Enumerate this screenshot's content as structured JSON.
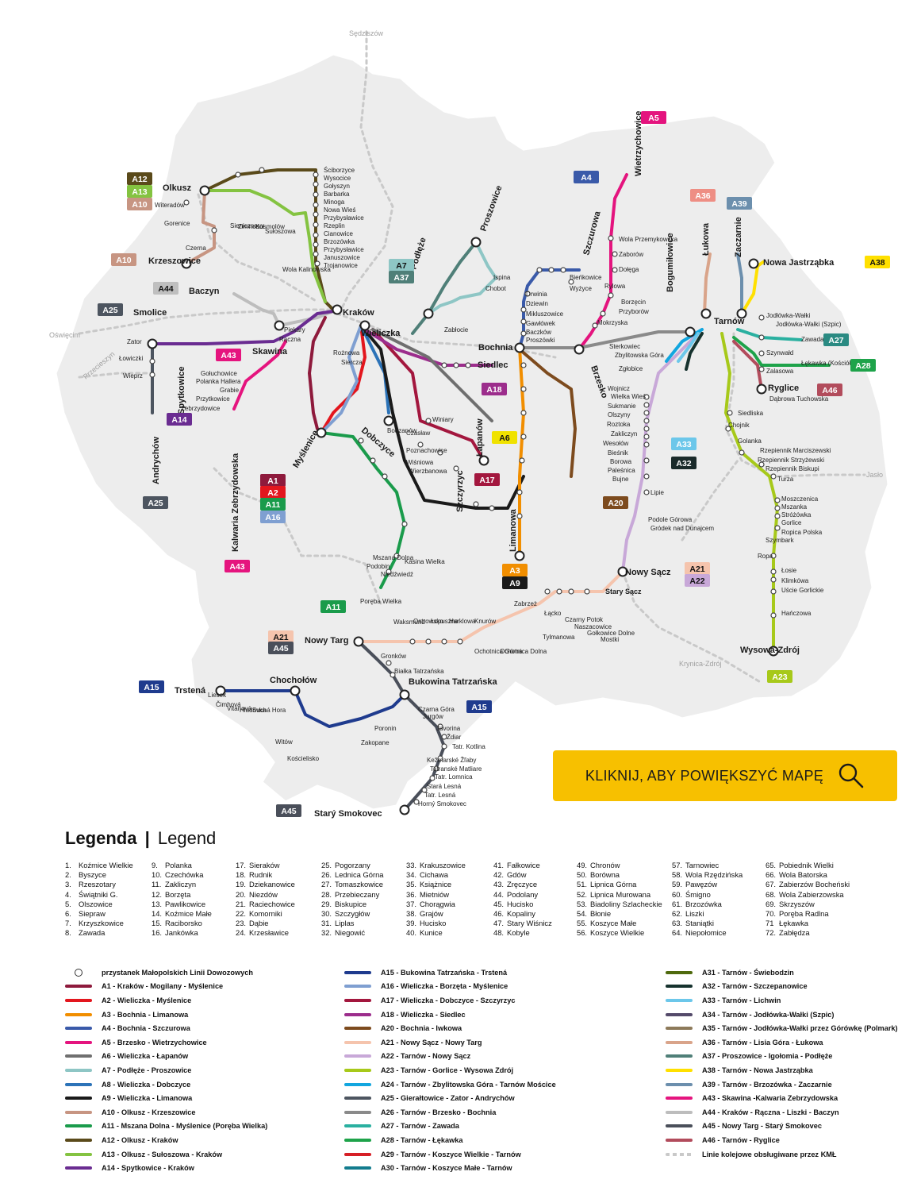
{
  "map": {
    "title_bold": "Legenda",
    "title_sep": "|",
    "title_light": "Legend",
    "zoom_button": "KLIKNIJ, ABY POWIĘKSZYĆ MAPĘ",
    "icons": {
      "zoom": "magnifier-icon",
      "stop": "stop-circle-icon"
    },
    "colors": {
      "land": "#ededed",
      "border": "#ffffff",
      "rail": "#c9c9c9",
      "button": "#f7c000"
    },
    "neighbor_labels": [
      "Sędziszów",
      "Oświęcim",
      "Przecieszyn",
      "Krynica-Zdrój",
      "Jasło"
    ],
    "cities": [
      "Olkusz",
      "Krzeszowice",
      "Baczyn",
      "Smolice",
      "Skawina",
      "Kraków",
      "Wieliczka",
      "Bochnia",
      "Siedlec",
      "Proszowice",
      "Podłęże",
      "Szczurowa",
      "Brzesko",
      "Wietrzychowice",
      "Bogumiłowice",
      "Tarnów",
      "Łukowa",
      "Zaczarnie",
      "Nowa Jastrząbka",
      "Ryglice",
      "Dobczyce",
      "Myślenice",
      "Kalwaria Zebrzydowska",
      "Andrychów",
      "Spytkowice",
      "Łapanów",
      "Szczyrzyc",
      "Limanowa",
      "Nowy Sącz",
      "Stary Sącz",
      "Nowy Targ",
      "Chochołów",
      "Trstená",
      "Bukowina Tatrzańska",
      "Starý Smokovec",
      "Wysowa-Zdrój"
    ],
    "stations": [
      "Ściborzyce",
      "Wysocice",
      "Gołyszyn",
      "Barbarka",
      "Minoga",
      "Nowa Wieś",
      "Przybysławice",
      "Rzeplin",
      "Cianowice",
      "Brzozówka",
      "Przybysławice",
      "Januszowice",
      "Trojanowice",
      "Wola Przemykowska",
      "Zaborów",
      "Dołęga",
      "Rylowa",
      "Borzęcin",
      "Przyborów",
      "Mokrzyska",
      "Jodłówka-Wałki",
      "Jodłówka-Wałki (Szpic)",
      "Zawada",
      "Szynwałd",
      "Łękawka (Kościół)",
      "Zalasowa",
      "Dąbrowa Tuchowska",
      "Siedliska",
      "Chojnik",
      "Golanka",
      "Rzepiennik Marciszewski",
      "Rzepiennik Strzyżewski",
      "Rzepiennik Biskupi",
      "Turza",
      "Moszczenica",
      "Mszanka",
      "Stróżówka",
      "Gorlice",
      "Ropica Polska",
      "Szymbark",
      "Ropa",
      "Łosie",
      "Klimkówa",
      "Uście Gorlickie",
      "Hańczowa",
      "Gronków",
      "Białka Tatrzańska",
      "Czarna Góra",
      "Jurgów",
      "Javorina",
      "Ždiar",
      "Tatr. Kotlina",
      "Kežmarské Žľaby",
      "Tatranské Matliare",
      "Tatr. Lomnica",
      "Stará Lesná",
      "Tatr. Lesná",
      "Horný Smokovec",
      "Zator",
      "Łowiczki",
      "Wieprz",
      "Gołuchowice",
      "Polanka Hallera",
      "Grabie",
      "Przytkowice",
      "Zebrzydowice",
      "Piekary",
      "Rączna",
      "Wiśniowa",
      "Wierzbanowa",
      "Poznachowice",
      "Czasław",
      "Winiary",
      "Drwinia",
      "Dziewin",
      "Mikluszowice",
      "Gawłówek",
      "Baczków",
      "Proszówki",
      "Bieńkowice",
      "Wyżyce",
      "Ispina",
      "Chobot",
      "Sterkowiec",
      "Zbylitowska Góra",
      "Zgłobice",
      "Podole Górowa",
      "Gródek nad Dunajcem",
      "Lipie",
      "Wojnicz",
      "Wielka Wieś",
      "Sukmanie",
      "Olszyny",
      "Roztoka",
      "Zakliczyn",
      "Wesołów",
      "Bieśnik",
      "Borowa",
      "Paleśnica",
      "Bujne",
      "Wola Kalinowska",
      "Sieniczno",
      "Zimnodół",
      "Kosmolów",
      "Sułoszowa",
      "Witeradów",
      "Gorenice",
      "Czerna",
      "Zabłocie",
      "Rożnowa",
      "Sierczа",
      "Bodzanów",
      "Zabrzeż",
      "Łącko",
      "Czarny Potok",
      "Naszacowice",
      "Gołkowice Dolne",
      "Mostki",
      "Tylmanowa",
      "Ochotnica Dolna",
      "Ochotnica Górna",
      "Waksmund",
      "Ostrowsko",
      "Łopuszna",
      "Harklowa",
      "Knurów",
      "Kasina Wielka",
      "Mszana Dolna",
      "Podobin",
      "Niedźwiedź",
      "Poręba Wielka",
      "Witów",
      "Kościelisko",
      "Zakopane",
      "Poronin",
      "Liesek",
      "Čimhová",
      "Vitanová",
      "Hladovka",
      "Suchá Hora"
    ]
  },
  "line_badges": [
    {
      "code": "A12",
      "color": "#5a4a1a"
    },
    {
      "code": "A13",
      "color": "#84c341"
    },
    {
      "code": "A10",
      "color": "#c79582"
    },
    {
      "code": "A10",
      "color": "#c79582"
    },
    {
      "code": "A44",
      "color": "#bfbfbf"
    },
    {
      "code": "A25",
      "color": "#4d5560"
    },
    {
      "code": "A43",
      "color": "#e5147e"
    },
    {
      "code": "A14",
      "color": "#6a2c91"
    },
    {
      "code": "A25",
      "color": "#4d5560"
    },
    {
      "code": "A43",
      "color": "#e5147e"
    },
    {
      "code": "A1",
      "color": "#8e1a3c"
    },
    {
      "code": "A2",
      "color": "#e3161e"
    },
    {
      "code": "A11",
      "color": "#1a9b4b"
    },
    {
      "code": "A16",
      "color": "#7f9fd1"
    },
    {
      "code": "A7",
      "color": "#8ec6c5"
    },
    {
      "code": "A37",
      "color": "#4f7f78"
    },
    {
      "code": "A4",
      "color": "#3a5aa9"
    },
    {
      "code": "A5",
      "color": "#e4147e"
    },
    {
      "code": "A36",
      "color": "#ee8e84"
    },
    {
      "code": "A39",
      "color": "#6c8fad"
    },
    {
      "code": "A38",
      "color": "#ffe000"
    },
    {
      "code": "A18",
      "color": "#9c2d8c"
    },
    {
      "code": "A6",
      "color": "#f0e200"
    },
    {
      "code": "A17",
      "color": "#a3173e"
    },
    {
      "code": "A3",
      "color": "#f18e00"
    },
    {
      "code": "A9",
      "color": "#1a1a1a"
    },
    {
      "code": "A20",
      "color": "#7d4b1e"
    },
    {
      "code": "A33",
      "color": "#6cc7ea"
    },
    {
      "code": "A32",
      "color": "#1a2a2a"
    },
    {
      "code": "A27",
      "color": "#2a8a82"
    },
    {
      "code": "A28",
      "color": "#1ea34a"
    },
    {
      "code": "A46",
      "color": "#b24c5c"
    },
    {
      "code": "A21",
      "color": "#f5c4ad"
    },
    {
      "code": "A22",
      "color": "#c8a8d8"
    },
    {
      "code": "A23",
      "color": "#a7c91a"
    },
    {
      "code": "A11",
      "color": "#1a9b4b"
    },
    {
      "code": "A21",
      "color": "#f5c4ad"
    },
    {
      "code": "A45",
      "color": "#4a4f5a"
    },
    {
      "code": "A15",
      "color": "#1f3b8e"
    },
    {
      "code": "A15",
      "color": "#1f3b8e"
    },
    {
      "code": "A45",
      "color": "#4a4f5a"
    }
  ],
  "legend": {
    "stops": [
      [
        "1.",
        "Koźmice Wielkie"
      ],
      [
        "2.",
        "Byszyce"
      ],
      [
        "3.",
        "Rzeszotary"
      ],
      [
        "4.",
        "Świątniki G."
      ],
      [
        "5.",
        "Olszowice"
      ],
      [
        "6.",
        "Siepraw"
      ],
      [
        "7.",
        "Krzyszkowice"
      ],
      [
        "8.",
        "Zawada"
      ],
      [
        "9.",
        "Polanka"
      ],
      [
        "10.",
        "Czechówka"
      ],
      [
        "11.",
        "Zakliczyn"
      ],
      [
        "12.",
        "Borzęta"
      ],
      [
        "13.",
        "Pawlikowice"
      ],
      [
        "14.",
        "Koźmice Małe"
      ],
      [
        "15.",
        "Raciborsko"
      ],
      [
        "16.",
        "Jankówka"
      ],
      [
        "17.",
        "Sieraków"
      ],
      [
        "18.",
        "Rudnik"
      ],
      [
        "19.",
        "Dziekanowice"
      ],
      [
        "20.",
        "Niezdów"
      ],
      [
        "21.",
        "Raciechowice"
      ],
      [
        "22.",
        "Komorniki"
      ],
      [
        "23.",
        "Dąbie"
      ],
      [
        "24.",
        "Krzesławice"
      ],
      [
        "25.",
        "Pogorzany"
      ],
      [
        "26.",
        "Lednica Górna"
      ],
      [
        "27.",
        "Tomaszkowice"
      ],
      [
        "28.",
        "Przebieczany"
      ],
      [
        "29.",
        "Biskupice"
      ],
      [
        "30.",
        "Szczygłów"
      ],
      [
        "31.",
        "Liplas"
      ],
      [
        "32.",
        "Niegowić"
      ],
      [
        "33.",
        "Krakuszowice"
      ],
      [
        "34.",
        "Cichawa"
      ],
      [
        "35.",
        "Książnice"
      ],
      [
        "36.",
        "Mietniów"
      ],
      [
        "37.",
        "Chorągwia"
      ],
      [
        "38.",
        "Grajów"
      ],
      [
        "39.",
        "Hucisko"
      ],
      [
        "40.",
        "Kunice"
      ],
      [
        "41.",
        "Fałkowice"
      ],
      [
        "42.",
        "Gdów"
      ],
      [
        "43.",
        "Zręczyce"
      ],
      [
        "44.",
        "Podolany"
      ],
      [
        "45.",
        "Hucisko"
      ],
      [
        "46.",
        "Kopaliny"
      ],
      [
        "47.",
        "Stary Wiśnicz"
      ],
      [
        "48.",
        "Kobyle"
      ],
      [
        "49.",
        "Chronów"
      ],
      [
        "50.",
        "Borówna"
      ],
      [
        "51.",
        "Lipnica Górna"
      ],
      [
        "52.",
        "Lipnica Murowana"
      ],
      [
        "53.",
        "Biadoliny Szlacheckie"
      ],
      [
        "54.",
        "Błonie"
      ],
      [
        "55.",
        "Koszyce Małe"
      ],
      [
        "56.",
        "Koszyce Wielkie"
      ],
      [
        "57.",
        "Tarnowiec"
      ],
      [
        "58.",
        "Wola Rzędzińska"
      ],
      [
        "59.",
        "Pawęzów"
      ],
      [
        "60.",
        "Śmigno"
      ],
      [
        "61.",
        "Brzozówka"
      ],
      [
        "62.",
        "Liszki"
      ],
      [
        "63.",
        "Staniątki"
      ],
      [
        "64.",
        "Niepołomice"
      ],
      [
        "65.",
        "Pobiednik Wielki"
      ],
      [
        "66.",
        "Wola Batorska"
      ],
      [
        "67.",
        "Zabierzów Bocheński"
      ],
      [
        "68.",
        "Wola Zabierzowska"
      ],
      [
        "69.",
        "Skrzyszów"
      ],
      [
        "70.",
        "Poręba Radlna"
      ],
      [
        "71",
        "Łękawka"
      ],
      [
        "72.",
        "Zabłędza"
      ]
    ],
    "lines": [
      {
        "code": "",
        "desc": "przystanek Małopolskich Linii Dowozowych",
        "color": "#333333",
        "style": "stop"
      },
      {
        "code": "A1",
        "desc": "Kraków - Mogilany - Myślenice",
        "color": "#8e1a3c"
      },
      {
        "code": "A2",
        "desc": "Wieliczka - Myślenice",
        "color": "#e3161e"
      },
      {
        "code": "A3",
        "desc": "Bochnia - Limanowa",
        "color": "#f18e00"
      },
      {
        "code": "A4",
        "desc": "Bochnia - Szczurowa",
        "color": "#3a5aa9"
      },
      {
        "code": "A5",
        "desc": "Brzesko - Wietrzychowice",
        "color": "#e4147e"
      },
      {
        "code": "A6",
        "desc": "Wieliczka - Łapanów",
        "color": "#6f6f6f"
      },
      {
        "code": "A7",
        "desc": "Podłęże - Proszowice",
        "color": "#8ec6c5"
      },
      {
        "code": "A8",
        "desc": "Wieliczka - Dobczyce",
        "color": "#2c73b8"
      },
      {
        "code": "A9",
        "desc": "Wieliczka - Limanowa",
        "color": "#1a1a1a"
      },
      {
        "code": "A10",
        "desc": "Olkusz - Krzeszowice",
        "color": "#c79582"
      },
      {
        "code": "A11",
        "desc": "Mszana Dolna - Myślenice (Poręba Wielka)",
        "color": "#1a9b4b"
      },
      {
        "code": "A12",
        "desc": "Olkusz - Kraków",
        "color": "#5a4a1a"
      },
      {
        "code": "A13",
        "desc": "Olkusz - Sułoszowa - Kraków",
        "color": "#84c341"
      },
      {
        "code": "A14",
        "desc": "Spytkowice - Kraków",
        "color": "#6a2c91"
      },
      {
        "code": "A15",
        "desc": "Bukowina Tatrzańska - Trstená",
        "color": "#1f3b8e"
      },
      {
        "code": "A16",
        "desc": "Wieliczka - Borzęta - Myślenice",
        "color": "#7f9fd1"
      },
      {
        "code": "A17",
        "desc": "Wieliczka - Dobczyce - Szczyrzyc",
        "color": "#a3173e"
      },
      {
        "code": "A18",
        "desc": "Wieliczka - Siedlec",
        "color": "#9c2d8c"
      },
      {
        "code": "A20",
        "desc": "Bochnia - Iwkowa",
        "color": "#7d4b1e"
      },
      {
        "code": "A21",
        "desc": "Nowy Sącz - Nowy Targ",
        "color": "#f5c4ad"
      },
      {
        "code": "A22",
        "desc": "Tarnów - Nowy Sącz",
        "color": "#c8a8d8"
      },
      {
        "code": "A23",
        "desc": "Tarnów - Gorlice - Wysowa Zdrój",
        "color": "#a7c91a"
      },
      {
        "code": "A24",
        "desc": "Tarnów - Zbylitowska Góra - Tarnów Mościce",
        "color": "#12a6df"
      },
      {
        "code": "A25",
        "desc": "Gierałtowice - Zator - Andrychów",
        "color": "#4d5560"
      },
      {
        "code": "A26",
        "desc": "Tarnów - Brzesko - Bochnia",
        "color": "#8a8a8a"
      },
      {
        "code": "A27",
        "desc": "Tarnów - Zawada",
        "color": "#2ab0a0"
      },
      {
        "code": "A28",
        "desc": "Tarnów - Łękawka",
        "color": "#1ea34a"
      },
      {
        "code": "A29",
        "desc": "Tarnów - Koszyce Wielkie - Tarnów",
        "color": "#d61f26"
      },
      {
        "code": "A30",
        "desc": "Tarnów - Koszyce Małe - Tarnów",
        "color": "#137c8e"
      },
      {
        "code": "A31",
        "desc": "Tarnów - Świebodzin",
        "color": "#4f6a0e"
      },
      {
        "code": "A32",
        "desc": "Tarnów - Szczepanowice",
        "color": "#16322e"
      },
      {
        "code": "A33",
        "desc": "Tarnów - Lichwin",
        "color": "#6cc7ea"
      },
      {
        "code": "A34",
        "desc": "Tarnów - Jodłówka-Wałki (Szpic)",
        "color": "#544a6a"
      },
      {
        "code": "A35",
        "desc": "Tarnów - Jodłówka-Wałki przez Górówkę (Polmark)",
        "color": "#8d7a5a"
      },
      {
        "code": "A36",
        "desc": "Tarnów - Lisia Góra - Łukowa",
        "color": "#d9a48a"
      },
      {
        "code": "A37",
        "desc": "Proszowice - Igołomia - Podłęże",
        "color": "#4f7f78"
      },
      {
        "code": "A38",
        "desc": "Tarnów - Nowa Jastrząbka",
        "color": "#ffe000"
      },
      {
        "code": "A39",
        "desc": "Tarnów - Brzozówka - Zaczarnie",
        "color": "#6c8fad"
      },
      {
        "code": "A43",
        "desc": "Skawina -Kalwaria Zebrzydowska",
        "color": "#e5147e"
      },
      {
        "code": "A44",
        "desc": "Kraków - Rączna - Liszki - Baczyn",
        "color": "#bdbdbd"
      },
      {
        "code": "A45",
        "desc": "Nowy Targ - Starý Smokovec",
        "color": "#4a4f5a"
      },
      {
        "code": "A46",
        "desc": "Tarnów - Ryglice",
        "color": "#b24c5c"
      },
      {
        "code": "",
        "desc": "Linie kolejowe obsługiwane przez KMŁ",
        "color": "#c9c9c9",
        "style": "dotted"
      }
    ]
  }
}
